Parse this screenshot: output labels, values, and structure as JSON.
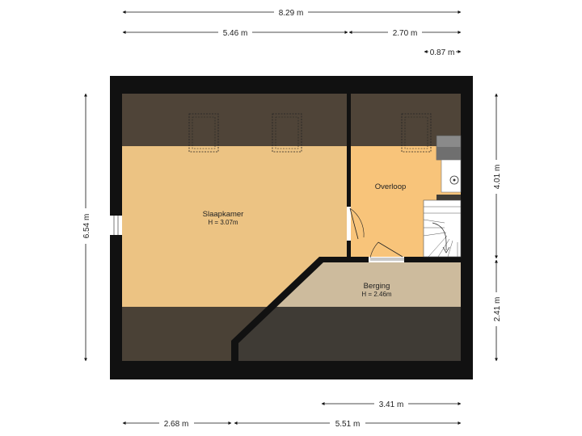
{
  "dimensions": {
    "top_total": "8.29 m",
    "top_left": "5.46 m",
    "top_right": "2.70 m",
    "top_small": "0.87 m",
    "left_height": "6.54 m",
    "right_upper": "4.01 m",
    "right_lower": "2.41 m",
    "bottom_upper": "3.41 m",
    "bottom_left": "2.68 m",
    "bottom_right": "5.51 m"
  },
  "rooms": {
    "slaapkamer": {
      "name": "Slaapkamer",
      "height": "H = 3.07m"
    },
    "overloop": {
      "name": "Overloop"
    },
    "berging": {
      "name": "Berging",
      "height": "H = 2.46m"
    }
  },
  "colors": {
    "wall": "#111111",
    "slaapkamer_floor": "#ecc383",
    "overloop_floor": "#f8c47a",
    "berging_floor": "#cdbb9d",
    "roof_slope": "#4f4438",
    "low_slope": "#3f3b35"
  }
}
